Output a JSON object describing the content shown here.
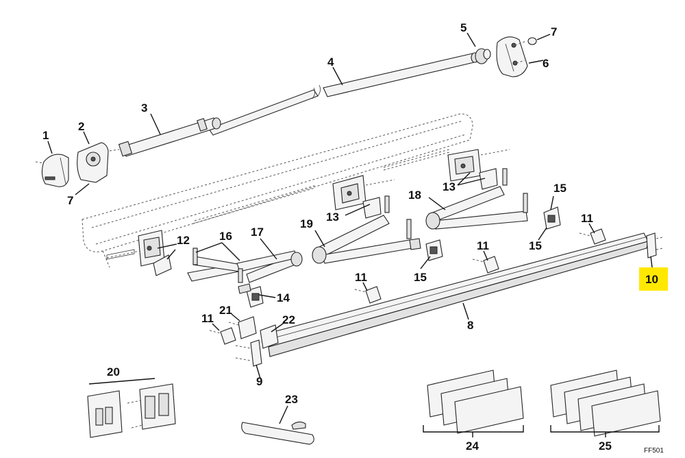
{
  "diagram": {
    "figure_code": "FF501",
    "highlight_color": "#ffe800",
    "callouts": {
      "c1": "1",
      "c2": "2",
      "c3": "3",
      "c4": "4",
      "c5": "5",
      "c6": "6",
      "c7a": "7",
      "c7b": "7",
      "c8": "8",
      "c9": "9",
      "c10": "10",
      "c11a": "11",
      "c11b": "11",
      "c11c": "11",
      "c11d": "11",
      "c12": "12",
      "c13a": "13",
      "c13b": "13",
      "c14": "14",
      "c15a": "15",
      "c15b": "15",
      "c15c": "15",
      "c16": "16",
      "c17": "17",
      "c18": "18",
      "c19": "19",
      "c20": "20",
      "c21": "21",
      "c22": "22",
      "c23": "23",
      "c24": "24",
      "c25": "25"
    },
    "highlighted_callout": "10"
  }
}
